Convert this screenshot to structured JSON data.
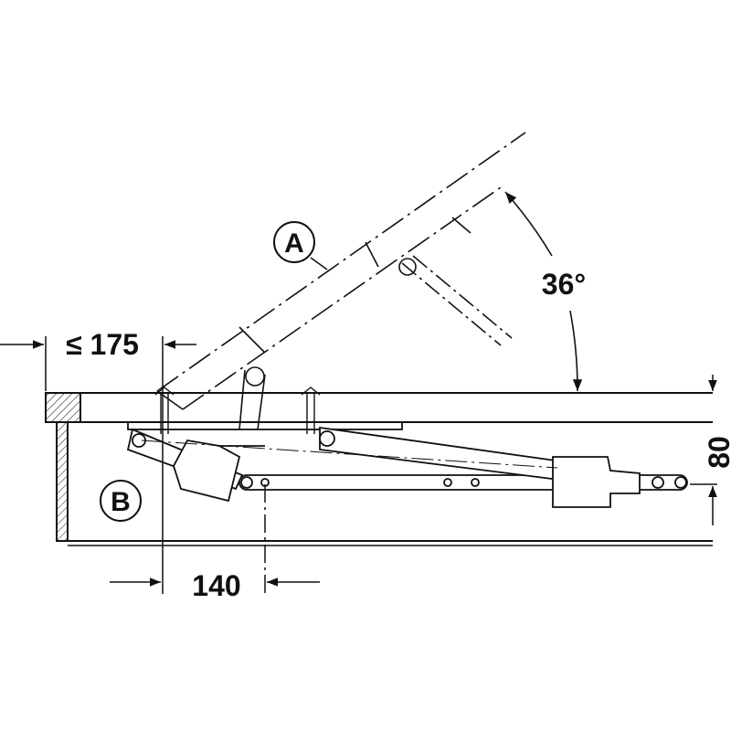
{
  "labels": {
    "callout_a": "A",
    "callout_b": "B",
    "dim_offset": "≤ 175",
    "dim_angle": "36°",
    "dim_mount": "140",
    "dim_height": "80"
  },
  "colors": {
    "line": "#111111",
    "background": "#ffffff"
  }
}
